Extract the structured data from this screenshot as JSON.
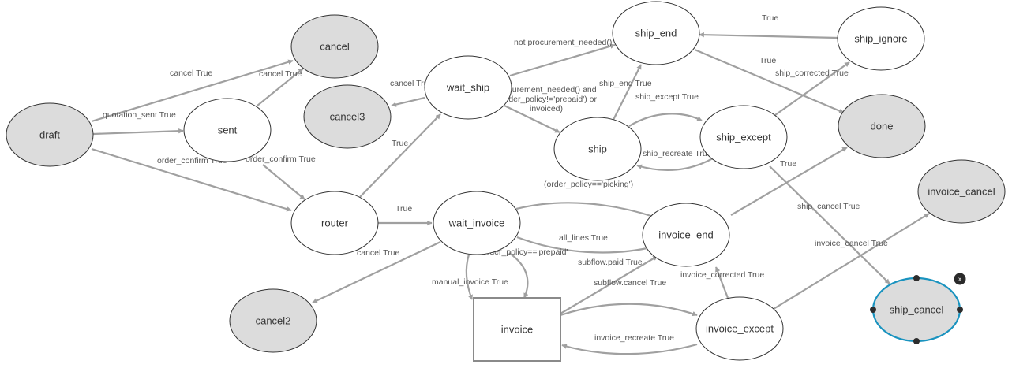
{
  "diagram": {
    "title": "Sale order workflow",
    "colors": {
      "terminal_fill": "#dcdcdc",
      "normal_fill": "#ffffff",
      "edge": "#a0a0a0",
      "selection": "#1a93bf"
    },
    "nodes": [
      {
        "id": "draft",
        "label": "draft",
        "shape": "ellipse",
        "terminal": true
      },
      {
        "id": "cancel",
        "label": "cancel",
        "shape": "ellipse",
        "terminal": true
      },
      {
        "id": "sent",
        "label": "sent",
        "shape": "ellipse",
        "terminal": false
      },
      {
        "id": "cancel3",
        "label": "cancel3",
        "shape": "ellipse",
        "terminal": true
      },
      {
        "id": "wait_ship",
        "label": "wait_ship",
        "shape": "ellipse",
        "terminal": false
      },
      {
        "id": "ship_end",
        "label": "ship_end",
        "shape": "ellipse",
        "terminal": false
      },
      {
        "id": "ship",
        "label": "ship",
        "shape": "ellipse",
        "terminal": false
      },
      {
        "id": "ship_except",
        "label": "ship_except",
        "shape": "ellipse",
        "terminal": false
      },
      {
        "id": "ship_ignore",
        "label": "ship_ignore",
        "shape": "ellipse",
        "terminal": false
      },
      {
        "id": "done",
        "label": "done",
        "shape": "ellipse",
        "terminal": true
      },
      {
        "id": "router",
        "label": "router",
        "shape": "ellipse",
        "terminal": false
      },
      {
        "id": "wait_invoice",
        "label": "wait_invoice",
        "shape": "ellipse",
        "terminal": false
      },
      {
        "id": "invoice_end",
        "label": "invoice_end",
        "shape": "ellipse",
        "terminal": false
      },
      {
        "id": "invoice",
        "label": "invoice",
        "shape": "rect",
        "terminal": false
      },
      {
        "id": "invoice_except",
        "label": "invoice_except",
        "shape": "ellipse",
        "terminal": false
      },
      {
        "id": "cancel2",
        "label": "cancel2",
        "shape": "ellipse",
        "terminal": true
      },
      {
        "id": "invoice_cancel",
        "label": "invoice_cancel",
        "shape": "ellipse",
        "terminal": true
      },
      {
        "id": "ship_cancel",
        "label": "ship_cancel",
        "shape": "ellipse",
        "terminal": true,
        "selected": true
      }
    ],
    "edges": [
      {
        "from": "draft",
        "to": "cancel",
        "label": "cancel True"
      },
      {
        "from": "sent",
        "to": "cancel",
        "label": "cancel True"
      },
      {
        "from": "draft",
        "to": "sent",
        "label": "quotation_sent True"
      },
      {
        "from": "draft",
        "to": "router",
        "label": "order_confirm True"
      },
      {
        "from": "sent",
        "to": "router",
        "label": "order_confirm True"
      },
      {
        "from": "wait_ship",
        "to": "cancel3",
        "label": "cancel True"
      },
      {
        "from": "router",
        "to": "wait_ship",
        "label": "True"
      },
      {
        "from": "wait_ship",
        "to": "ship_end",
        "label": "not procurement_needed()"
      },
      {
        "from": "wait_ship",
        "to": "ship",
        "label": "procurement_needed() and\n((order_policy!='prepaid') or\ninvoiced)"
      },
      {
        "from": "ship",
        "to": "ship_end",
        "label": "ship_end True"
      },
      {
        "from": "ship",
        "to": "ship_except",
        "label": "ship_except True"
      },
      {
        "from": "ship_except",
        "to": "ship",
        "label": "ship_recreate True"
      },
      {
        "from": "ship_ignore",
        "to": "ship_end",
        "label": "True"
      },
      {
        "from": "ship_end",
        "to": "done",
        "label": "True"
      },
      {
        "from": "ship_except",
        "to": "ship_ignore",
        "label": "ship_corrected True"
      },
      {
        "from": "ship_except",
        "to": "ship_cancel",
        "label": "True"
      },
      {
        "from": "ship_except",
        "to": "ship_cancel",
        "label": "ship_cancel True"
      },
      {
        "from": "router",
        "to": "wait_invoice",
        "label": "True"
      },
      {
        "from": "wait_invoice",
        "to": "cancel2",
        "label": "cancel True"
      },
      {
        "from": "wait_invoice",
        "to": "invoice_end",
        "label": "all_lines True"
      },
      {
        "from": "wait_invoice",
        "to": "invoice_end",
        "label": "subflow.paid True"
      },
      {
        "from": "wait_invoice",
        "to": "invoice",
        "label": "manual_invoice True"
      },
      {
        "from": "wait_invoice",
        "to": "invoice",
        "label": "order_policy=='prepaid'"
      },
      {
        "from": "invoice",
        "to": "invoice_end",
        "label": "subflow.cancel True"
      },
      {
        "from": "invoice",
        "to": "invoice_except",
        "label": ""
      },
      {
        "from": "invoice_except",
        "to": "invoice",
        "label": "invoice_recreate True"
      },
      {
        "from": "invoice_except",
        "to": "invoice_end",
        "label": "invoice_corrected True"
      },
      {
        "from": "invoice_except",
        "to": "invoice_cancel",
        "label": "invoice_cancel True"
      },
      {
        "from": "invoice_end",
        "to": "done",
        "label": ""
      },
      {
        "from": "ship",
        "to": "ship",
        "label": "(order_policy=='picking')"
      }
    ],
    "close_button_label": "x"
  }
}
